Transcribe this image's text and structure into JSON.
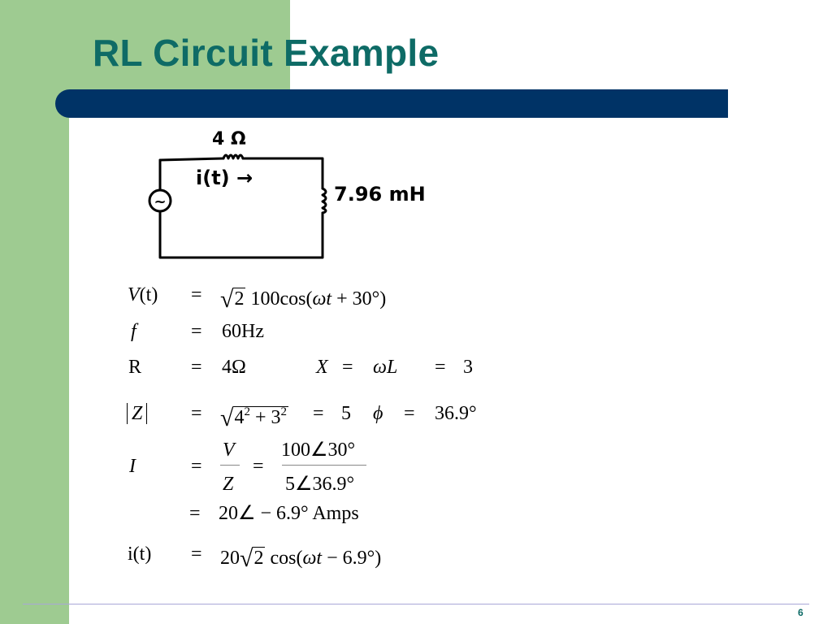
{
  "slide": {
    "title": "RL Circuit Example",
    "page_number": "6"
  },
  "circuit": {
    "resistor_label": "4 Ω",
    "current_label": "i(t) →",
    "inductor_label": "7.96 mH",
    "source_symbol": "~"
  },
  "equations": {
    "v_lhs": "V",
    "v_arg": "(t)",
    "v_sqrt": "2",
    "v_rhs": "100cos(",
    "v_omega_t": "ωt",
    "v_tail": " + 30°)",
    "f_lhs": "f",
    "f_rhs": "60Hz",
    "r_lhs": "R",
    "r_rhs": "4Ω",
    "x_lhs": "X",
    "x_mid": "ωL",
    "x_rhs": "3",
    "z_lhs": "Z",
    "z_base1": "4",
    "z_exp1": "2",
    "z_plus": " + ",
    "z_base2": "3",
    "z_exp2": "2",
    "z_eq5": "5",
    "phi": "ϕ",
    "phi_val": "36.9°",
    "i_lhs": "I",
    "frac1_num": "V",
    "frac1_den": "Z",
    "frac2_num": "100∠30°",
    "frac2_den": "5∠36.9°",
    "i_result": "20∠ − 6.9° Amps",
    "it_lhs": "i(t)",
    "it_coef": "20",
    "it_sqrt": "2",
    "it_cos": " cos(",
    "it_omega_t": "ωt",
    "it_tail": " − 6.9°)",
    "eq": "="
  }
}
